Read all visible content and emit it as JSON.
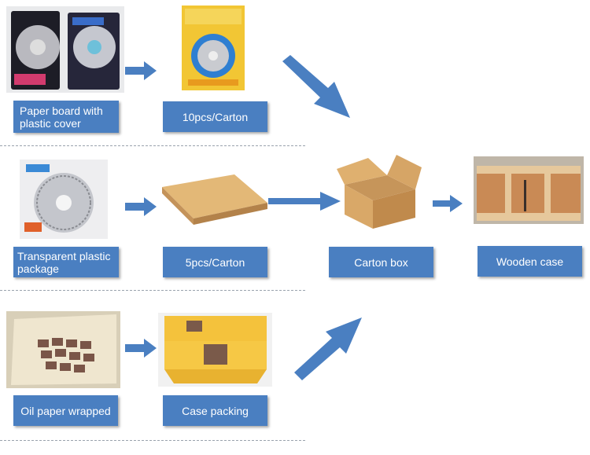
{
  "labels": {
    "paper_board": "Paper board with\nplastic cover",
    "carton_10pcs": "10pcs/Carton",
    "transparent_plastic": "Transparent plastic\npackage",
    "carton_5pcs": "5pcs/Carton",
    "carton_box": "Carton box",
    "wooden_case": "Wooden case",
    "oil_paper": "Oil paper wrapped",
    "case_packing": "Case packing"
  },
  "colors": {
    "label_bg": "#4a7fc1",
    "arrow": "#4a7fc1",
    "separator": "#9aa3ad"
  }
}
